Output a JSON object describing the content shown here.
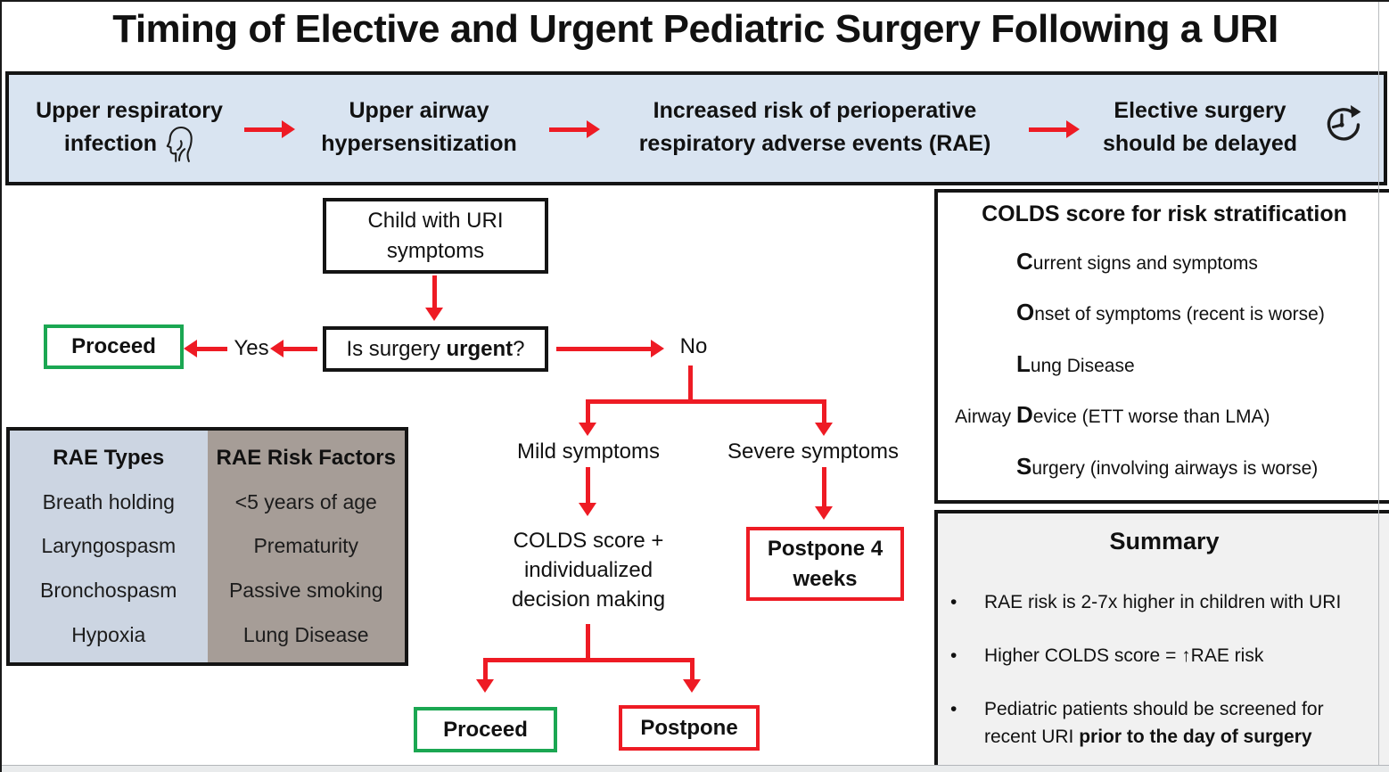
{
  "title": "Timing of Elective and Urgent Pediatric Surgery Following a URI",
  "colors": {
    "arrow_red": "#ee1b24",
    "proceed_green": "#1ba752",
    "banner_blue": "#d9e4f1",
    "rae_types_bg": "#ccd5e2",
    "rae_risk_bg": "#a69d97",
    "summary_bg": "#f1f1f1",
    "border_black": "#141414"
  },
  "banner": {
    "steps": [
      {
        "line1": "Upper respiratory",
        "line2": "infection",
        "icon": "head-airway-icon"
      },
      {
        "line1": "Upper airway",
        "line2": "hypersensitization",
        "icon": ""
      },
      {
        "line1": "Increased risk of perioperative",
        "line2": "respiratory adverse events (RAE)",
        "icon": ""
      },
      {
        "line1": "Elective surgery",
        "line2": "should be delayed",
        "icon": "delay-clock-icon"
      }
    ]
  },
  "flowchart": {
    "child_box": {
      "line1": "Child with URI",
      "line2": "symptoms"
    },
    "urgent_box": {
      "pre": "Is surgery ",
      "bold": "urgent",
      "post": "?"
    },
    "yes_label": "Yes",
    "no_label": "No",
    "proceed_top": "Proceed",
    "mild_label": "Mild symptoms",
    "severe_label": "Severe symptoms",
    "colds_decision": {
      "line1": "COLDS score +",
      "line2": "individualized",
      "line3": "decision making"
    },
    "postpone4_box": {
      "line1": "Postpone 4",
      "line2": "weeks"
    },
    "proceed_bottom": "Proceed",
    "postpone_bottom": "Postpone"
  },
  "rae_table": {
    "columns": [
      {
        "header": "RAE Types",
        "rows": [
          "Breath holding",
          "Laryngospasm",
          "Bronchospasm",
          "Hypoxia"
        ]
      },
      {
        "header": "RAE Risk Factors",
        "rows": [
          "<5 years of age",
          "Prematurity",
          "Passive smoking",
          "Lung Disease"
        ]
      }
    ]
  },
  "colds_box": {
    "title": "COLDS score for risk stratification",
    "items": [
      {
        "prefix": "",
        "letter": "C",
        "rest": "urrent signs and symptoms"
      },
      {
        "prefix": "",
        "letter": "O",
        "rest": "nset of symptoms (recent is worse)"
      },
      {
        "prefix": "",
        "letter": "L",
        "rest": "ung Disease"
      },
      {
        "prefix": "Airway ",
        "letter": "D",
        "rest": "evice (ETT worse than LMA)"
      },
      {
        "prefix": "",
        "letter": "S",
        "rest": "urgery (involving airways is worse)"
      }
    ]
  },
  "summary_box": {
    "title": "Summary",
    "bullet_char": "•",
    "bullets": [
      {
        "text": "RAE risk is 2-7x higher in children with URI",
        "bold": ""
      },
      {
        "text": "Higher COLDS score = ↑RAE risk",
        "bold": ""
      },
      {
        "text": "Pediatric patients should be screened for recent URI ",
        "bold": "prior to the day of surgery"
      }
    ]
  }
}
